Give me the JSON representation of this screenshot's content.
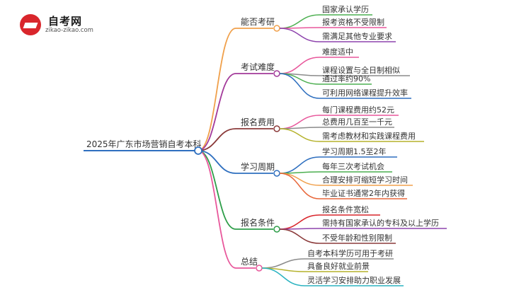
{
  "logo": {
    "title": "自考网",
    "url": "zikao-zikao.com",
    "brand_color": "#d9262c"
  },
  "root": {
    "label": "2025年广东市场营销自考本科",
    "color": "#2e6fbf"
  },
  "branches": [
    {
      "label": "能否考研",
      "color": "#f0a04b",
      "children": [
        {
          "label": "国家承认学历",
          "color": "#4caf50"
        },
        {
          "label": "报考资格不受限制",
          "color": "#e8579b"
        },
        {
          "label": "需满足其他专业要求",
          "color": "#8e44ad"
        }
      ]
    },
    {
      "label": "考试难度",
      "color": "#a33a9a",
      "children": [
        {
          "label": "难度适中",
          "color": "#e8579b"
        },
        {
          "label": "课程设置与全日制相似",
          "color": "#8b8b8b"
        },
        {
          "label": "通过率约90%",
          "color": "#4caf50"
        },
        {
          "label": "可利用网络课程提升效率",
          "color": "#2e6fbf"
        }
      ]
    },
    {
      "label": "报名费用",
      "color": "#8b3a3a",
      "children": [
        {
          "label": "每门课程费用约52元",
          "color": "#e8579b"
        },
        {
          "label": "总费用几百至一千元",
          "color": "#8b8b8b"
        },
        {
          "label": "需考虑教材和实践课程费用",
          "color": "#b5b22c"
        }
      ]
    },
    {
      "label": "学习周期",
      "color": "#2e6fbf",
      "children": [
        {
          "label": "学习周期1.5至2年",
          "color": "#2e6fbf"
        },
        {
          "label": "每年三次考试机会",
          "color": "#4caf50"
        },
        {
          "label": "合理安排可缩短学习时间",
          "color": "#f0a04b"
        },
        {
          "label": "毕业证书通常2年内获得",
          "color": "#e8673a"
        }
      ]
    },
    {
      "label": "报名条件",
      "color": "#2e9e49",
      "children": [
        {
          "label": "报名条件宽松",
          "color": "#d9262c"
        },
        {
          "label": "需持有国家承认的专科及以上学历",
          "color": "#8e44ad"
        },
        {
          "label": "不受年龄和性别限制",
          "color": "#8b3a3a"
        }
      ]
    },
    {
      "label": "总结",
      "color": "#e8579b",
      "children": [
        {
          "label": "自考本科学历可用于考研",
          "color": "#8b8b8b"
        },
        {
          "label": "具备良好就业前景",
          "color": "#b5b22c"
        },
        {
          "label": "灵活学习安排助力职业发展",
          "color": "#2bb3c0"
        }
      ]
    }
  ]
}
